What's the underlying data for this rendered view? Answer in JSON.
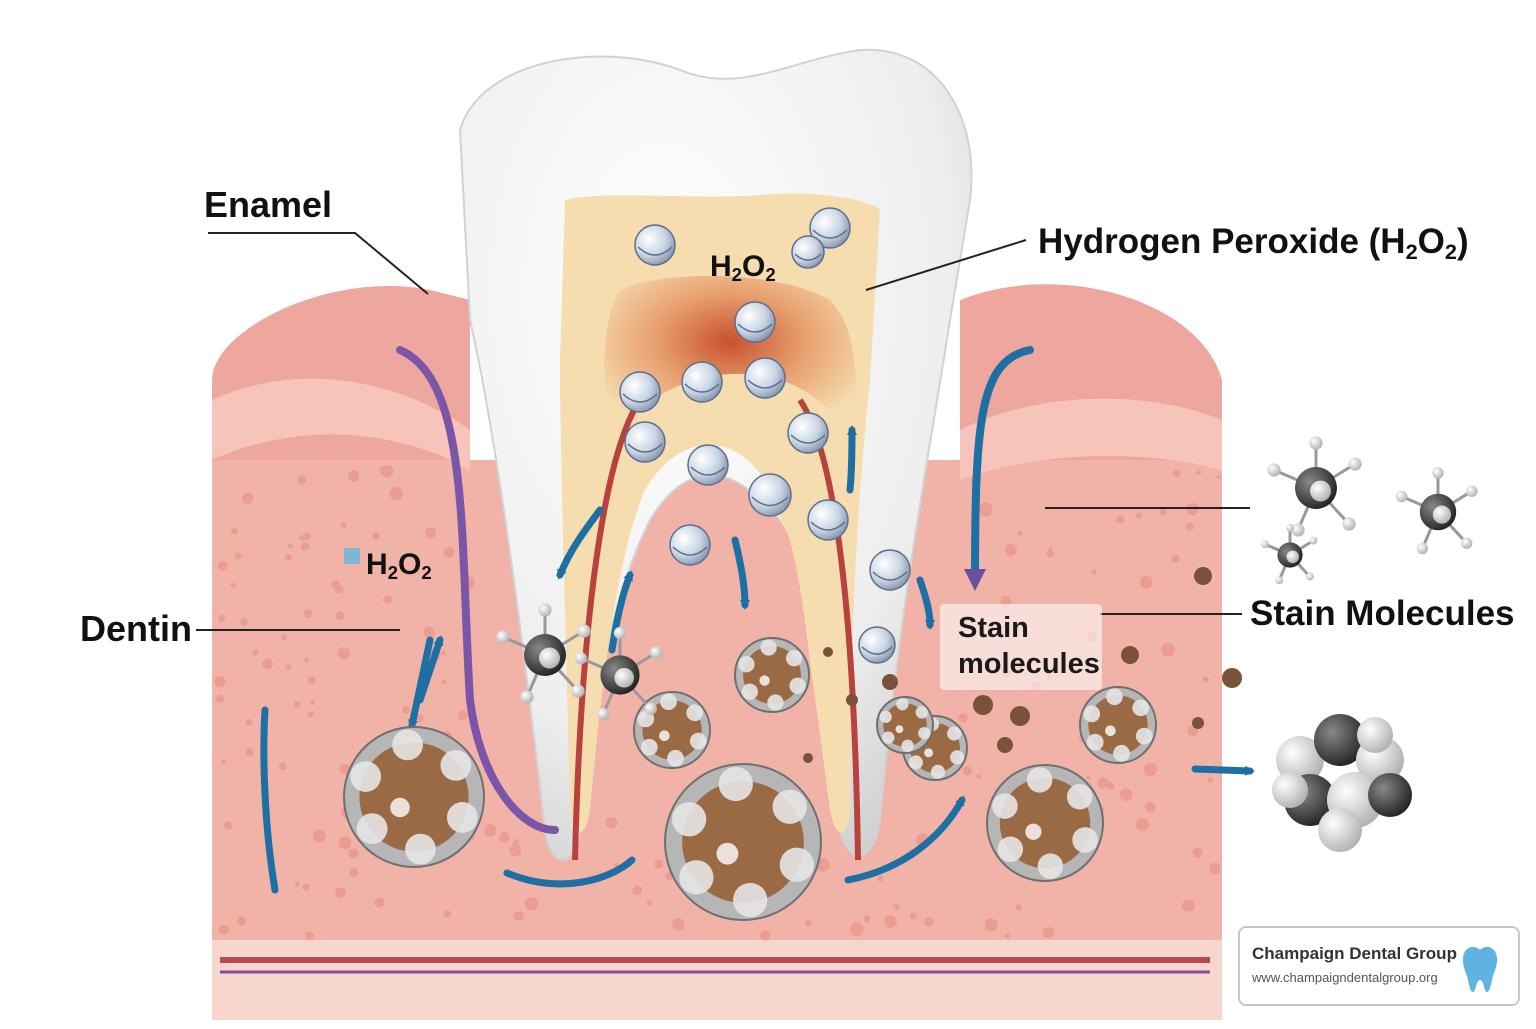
{
  "labels": {
    "enamel": "Enamel",
    "dentin": "Dentin",
    "hydrogen_peroxide_prefix": "Hydrogen Peroxide (H",
    "hydrogen_peroxide_sub1": "2",
    "hydrogen_peroxide_mid": "O",
    "hydrogen_peroxide_sub2": "2",
    "hydrogen_peroxide_suffix": ")",
    "stain_molecules": "Stain Molecules",
    "stain_molecules_inner": "Stain molecules",
    "h2o2": {
      "h": "H",
      "sub1": "2",
      "o": "O",
      "sub2": "2"
    }
  },
  "badge": {
    "name": "Champaign Dental Group",
    "url": "www.champaigndentalgroup.org",
    "icon": "tooth-icon"
  },
  "colors": {
    "gum": "#eea79e",
    "bone": "#f4b9ae",
    "enamel": "#f3f3f3",
    "dentin": "#f6ddb0",
    "pulp": "#e07a5a",
    "arrow": "#1e6fa3",
    "stain": "#9a6a44",
    "peroxide_bubble": "#c7d3e3"
  }
}
